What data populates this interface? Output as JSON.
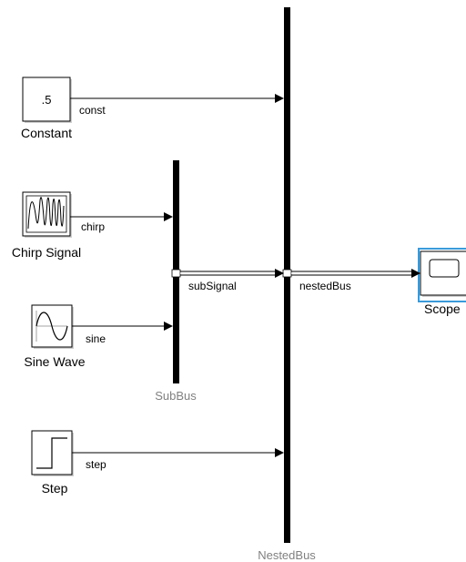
{
  "blocks": {
    "constant": {
      "name": "Constant",
      "value": ".5"
    },
    "chirp": {
      "name": "Chirp Signal"
    },
    "sine": {
      "name": "Sine Wave"
    },
    "step": {
      "name": "Step"
    },
    "scope": {
      "name": "Scope"
    }
  },
  "buses": {
    "sub": {
      "name": "SubBus"
    },
    "nested": {
      "name": "NestedBus"
    }
  },
  "signals": {
    "const": "const",
    "chirp": "chirp",
    "sine": "sine",
    "step": "step",
    "subSignal": "subSignal",
    "nestedBus": "nestedBus"
  },
  "colors": {
    "selection": "#3a9ad9",
    "bus_label": "#808080",
    "block_shadow": "#cfcfcf"
  }
}
